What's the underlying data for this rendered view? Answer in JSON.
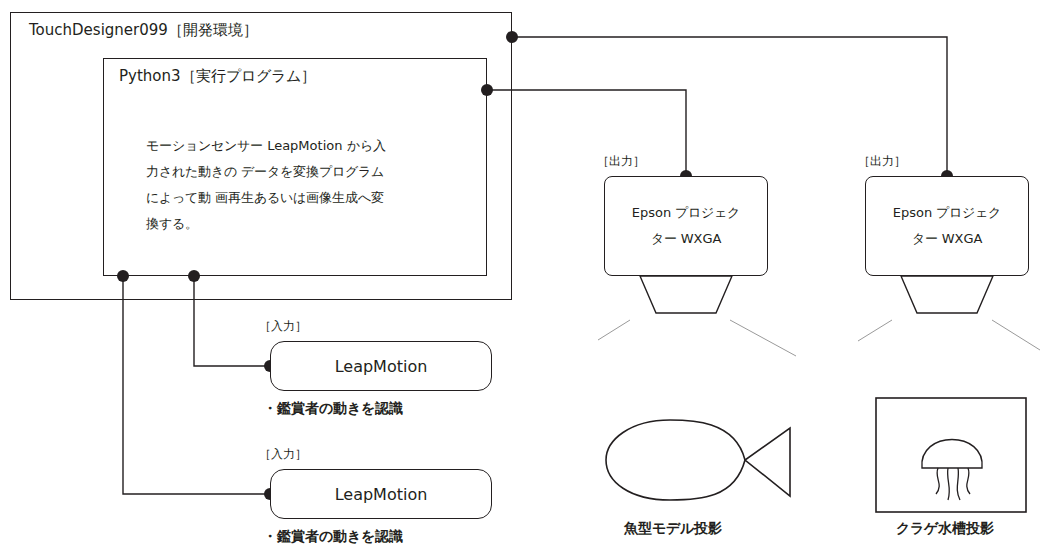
{
  "diagram": {
    "nodes": [
      {
        "text": [
          "TouchDesigner099［開発環境］"
        ]
      },
      {
        "text": [
          "Python3［実行プログラム］",
          "モーションセンサー LeapMotion から入力された動きの データを変換プログラムによって動 画再生あるいは画像生成へ変換する。"
        ],
        "in": 0
      },
      {
        "text": [
          "［入力］",
          "LeapMotion",
          "・鑑賞者の動きを認識"
        ]
      },
      {
        "text": [
          "［入力］",
          "LeapMotion",
          "・鑑賞者の動きを認識"
        ]
      },
      {
        "text": [
          "［出力］",
          "Epson プロジェクター WXGA"
        ]
      },
      {
        "text": [
          "［出力］",
          "Epson プロジェクター WXGA"
        ]
      }
    ],
    "edges": [
      {
        "from": 1,
        "to": 2,
        "arrow": "none"
      },
      {
        "from": 1,
        "to": 3,
        "arrow": "none"
      },
      {
        "from": 1,
        "to": 4,
        "arrow": "none"
      },
      {
        "from": 0,
        "to": 5,
        "arrow": "none"
      }
    ],
    "labels": [
      "魚型モデル投影",
      "クラゲ水槽投影"
    ]
  }
}
